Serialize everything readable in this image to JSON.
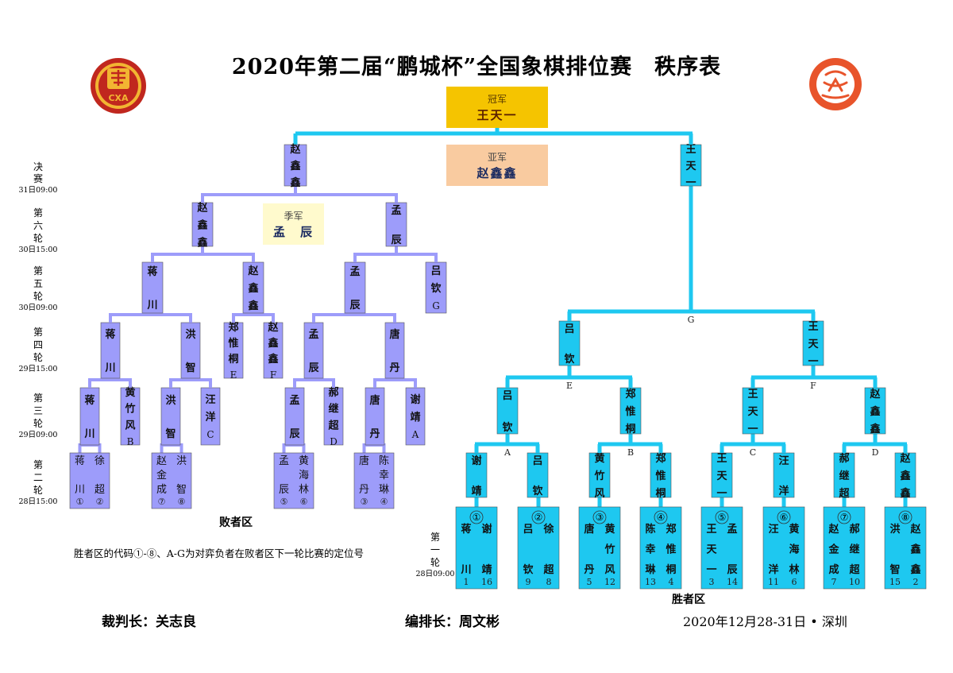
{
  "title": "2020年第二届“鹏城杯”全国象棋排位赛　秩序表",
  "logo_left_text": "CXA",
  "champion": {
    "label": "冠军",
    "name": "王天一"
  },
  "runner_up": {
    "label": "亚军",
    "name": "赵鑫鑫"
  },
  "third": {
    "label": "季军",
    "name": "孟　辰"
  },
  "round_labels": [
    {
      "name": "决赛",
      "time": "31日09:00"
    },
    {
      "name": "第六轮",
      "time": "30日15:00"
    },
    {
      "name": "第五轮",
      "time": "30日09:00"
    },
    {
      "name": "第四轮",
      "time": "29日15:00"
    },
    {
      "name": "第三轮",
      "time": "29日09:00"
    },
    {
      "name": "第二轮",
      "time": "28日15:00"
    },
    {
      "name": "第一轮",
      "time": "28日09:00"
    }
  ],
  "winners": {
    "r1": [
      {
        "code": "①",
        "p": [
          {
            "name": "蒋川",
            "seed": "1"
          },
          {
            "name": "谢靖",
            "seed": "16"
          }
        ]
      },
      {
        "code": "②",
        "p": [
          {
            "name": "吕钦",
            "seed": "9"
          },
          {
            "name": "徐超",
            "seed": "8"
          }
        ]
      },
      {
        "code": "③",
        "p": [
          {
            "name": "唐丹",
            "seed": "5"
          },
          {
            "name": "黄竹风",
            "seed": "12"
          }
        ]
      },
      {
        "code": "④",
        "p": [
          {
            "name": "陈幸琳",
            "seed": "13"
          },
          {
            "name": "郑惟桐",
            "seed": "4"
          }
        ]
      },
      {
        "code": "⑤",
        "p": [
          {
            "name": "王天一",
            "seed": "3"
          },
          {
            "name": "孟辰",
            "seed": "14"
          }
        ]
      },
      {
        "code": "⑥",
        "p": [
          {
            "name": "汪洋",
            "seed": "11"
          },
          {
            "name": "黄海林",
            "seed": "6"
          }
        ]
      },
      {
        "code": "⑦",
        "p": [
          {
            "name": "赵金成",
            "seed": "7"
          },
          {
            "name": "郝继超",
            "seed": "10"
          }
        ]
      },
      {
        "code": "⑧",
        "p": [
          {
            "name": "洪智",
            "seed": "15"
          },
          {
            "name": "赵鑫鑫",
            "seed": "2"
          }
        ]
      }
    ],
    "r2": [
      "谢靖",
      "吕钦",
      "黄竹风",
      "郑惟桐",
      "王天一",
      "汪洋",
      "郝继超",
      "赵鑫鑫"
    ],
    "r2_codes": [
      "A",
      "B",
      "C",
      "D"
    ],
    "r3": [
      "吕钦",
      "郑惟桐",
      "王天一",
      "赵鑫鑫"
    ],
    "r3_codes": [
      "E",
      "F"
    ],
    "r4": [
      "吕钦",
      "王天一"
    ],
    "r4_code": "G",
    "final": "王天一"
  },
  "losers": {
    "r2": [
      {
        "p": [
          {
            "name": "蒋川",
            "code": "①"
          },
          {
            "name": "徐超",
            "code": "②"
          }
        ]
      },
      {
        "p": [
          {
            "name": "赵金成",
            "code": "⑦"
          },
          {
            "name": "洪智",
            "code": "⑧"
          }
        ]
      },
      {
        "p": [
          {
            "name": "孟辰",
            "code": "⑤"
          },
          {
            "name": "黄海林",
            "code": "⑥"
          }
        ]
      },
      {
        "p": [
          {
            "name": "唐丹",
            "code": "③"
          },
          {
            "name": "陈幸琳",
            "code": "④"
          }
        ]
      }
    ],
    "r3": [
      {
        "name": "蒋川"
      },
      {
        "name": "黄竹风",
        "code": "B"
      },
      {
        "name": "洪智"
      },
      {
        "name": "汪洋",
        "code": "C"
      },
      {
        "name": "孟辰"
      },
      {
        "name": "郝继超",
        "code": "D"
      },
      {
        "name": "唐丹"
      },
      {
        "name": "谢靖",
        "code": "A"
      }
    ],
    "r4": [
      {
        "name": "蒋川"
      },
      {
        "name": "洪智"
      },
      {
        "name": "郑惟桐",
        "code": "E"
      },
      {
        "name": "赵鑫鑫",
        "code": "F"
      },
      {
        "name": "孟辰"
      },
      {
        "name": "唐丹"
      }
    ],
    "r5": [
      {
        "name": "蒋川"
      },
      {
        "name": "赵鑫鑫"
      },
      {
        "name": "孟辰"
      },
      {
        "name": "吕钦",
        "code": "G"
      }
    ],
    "r6": [
      {
        "name": "赵鑫鑫"
      },
      {
        "name": "孟辰"
      }
    ],
    "final": "赵鑫鑫"
  },
  "zone_losers": "败者区",
  "zone_winners": "胜者区",
  "note": "胜者区的代码①-⑧、A-G为对弈负者在败者区下一轮比赛的定位号",
  "footer": {
    "chief_referee": "裁判长：关志良",
    "arbiter": "编排长：周文彬",
    "date_place": "2020年12月28-31日 • 深圳"
  },
  "colors": {
    "winner_box": "#1EC8F0",
    "winner_line": "#1EC8F0",
    "loser_box": "#9D9CFA",
    "loser_line": "#9D9CFA",
    "champion_bg": "#F5C400",
    "runner_bg": "#F9CBA0",
    "third_bg": "#FFFACD",
    "logo_left": "#C0271E",
    "logo_left_inner": "#F2B532",
    "logo_right": "#E8542B"
  }
}
